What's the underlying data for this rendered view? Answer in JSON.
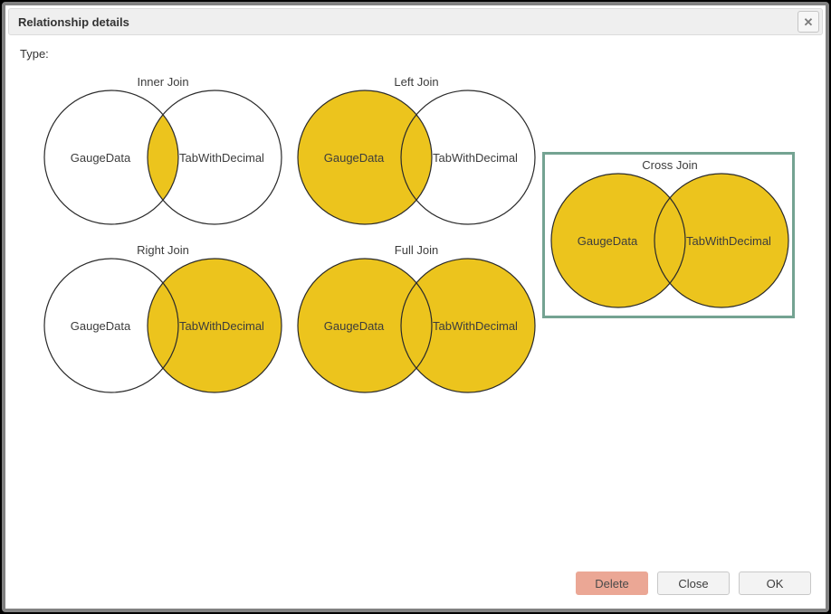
{
  "window": {
    "title": "Relationship details",
    "close_glyph": "✕"
  },
  "form": {
    "type_label": "Type:"
  },
  "joins": [
    {
      "id": "inner",
      "label": "Inner Join",
      "fill": "intersection",
      "left_circle": "GaugeData",
      "right_circle": "TabWithDecimal",
      "selected": false
    },
    {
      "id": "left",
      "label": "Left Join",
      "fill": "left",
      "left_circle": "GaugeData",
      "right_circle": "TabWithDecimal",
      "selected": false
    },
    {
      "id": "cross",
      "label": "Cross Join",
      "fill": "both",
      "left_circle": "GaugeData",
      "right_circle": "TabWithDecimal",
      "selected": true
    },
    {
      "id": "right",
      "label": "Right Join",
      "fill": "right",
      "left_circle": "GaugeData",
      "right_circle": "TabWithDecimal",
      "selected": false
    },
    {
      "id": "full",
      "label": "Full Join",
      "fill": "both",
      "left_circle": "GaugeData",
      "right_circle": "TabWithDecimal",
      "selected": false
    }
  ],
  "footer": {
    "buttons": [
      {
        "id": "delete",
        "label": "Delete"
      },
      {
        "id": "close",
        "label": "Close"
      },
      {
        "id": "ok",
        "label": "OK"
      }
    ]
  },
  "colors": {
    "venn_fill": "#ecc41d",
    "circle_stroke": "#2a2a2a",
    "selection_border": "#74a392",
    "delete_button_bg": "#eba795",
    "titlebar_bg": "#efefef"
  }
}
